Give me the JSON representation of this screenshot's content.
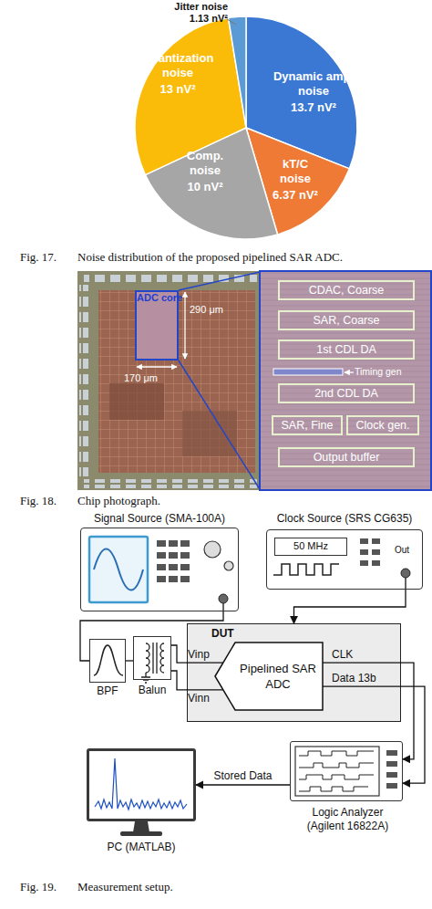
{
  "diagram": {
    "nodes": [
      {
        "text": [
          "ADC core"
        ]
      },
      {
        "text": [
          "CDAC, Coarse"
        ]
      },
      {
        "text": [
          "SAR, Coarse"
        ]
      },
      {
        "text": [
          "1st CDL DA"
        ]
      },
      {
        "text": [
          "2nd CDL DA"
        ]
      },
      {
        "text": [
          "SAR, Fine"
        ]
      },
      {
        "text": [
          "Clock gen."
        ]
      },
      {
        "text": [
          "Output buffer"
        ]
      },
      {
        "text": [
          "Signal Source (SMA-100A)"
        ]
      },
      {
        "text": [
          "Clock Source (SRS CG635)"
        ]
      },
      {
        "text": [
          "50 MHz"
        ],
        "in": 9
      },
      {
        "text": [
          "BPF"
        ]
      },
      {
        "text": [
          "Balun"
        ]
      },
      {
        "text": [
          "DUT"
        ]
      },
      {
        "text": [
          "Pipelined SAR ADC"
        ],
        "in": 13
      },
      {
        "text": [
          "Logic Analyzer (Agilent 16822A)"
        ]
      },
      {
        "text": [
          "PC (MATLAB)"
        ]
      }
    ],
    "edges": [
      {
        "from": 8,
        "to": 11,
        "arrow": "none"
      },
      {
        "from": 11,
        "to": 12,
        "arrow": "none"
      },
      {
        "from": 12,
        "to": 14,
        "label": "Vinp",
        "arrow": "none"
      },
      {
        "from": 12,
        "to": 14,
        "label": "Vinn",
        "arrow": "none"
      },
      {
        "from": 9,
        "to": 13,
        "arrow": "to"
      },
      {
        "from": 14,
        "to": 15,
        "label": "CLK",
        "arrow": "to"
      },
      {
        "from": 14,
        "to": 15,
        "label": "Data 13b",
        "arrow": "to"
      },
      {
        "from": 15,
        "to": 16,
        "label": "Stored Data",
        "arrow": "to"
      }
    ],
    "labels": [
      "Jitter noise",
      "1.13 nV²",
      "Dynamic amp. noise",
      "13.7 nV²",
      "kT/C noise",
      "6.37 nV²",
      "Comp. noise",
      "10 nV²",
      "Quantization noise",
      "13 nV²",
      "Fig. 17.",
      "Noise distribution of the proposed pipelined SAR ADC.",
      "290 μm",
      "170 μm",
      "Timing gen",
      "Fig. 18.",
      "Chip photograph.",
      "Out",
      "Fig. 19.",
      "Measurement setup."
    ]
  }
}
